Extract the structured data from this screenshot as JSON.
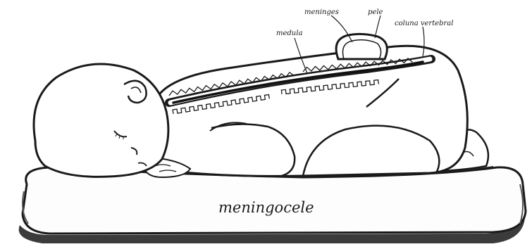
{
  "labels": {
    "meninges": "meninges",
    "pele": "pele",
    "coluna_vertebral": "coluna vertebral",
    "medula": "medula",
    "title": "meningocele"
  },
  "colors": {
    "ink": "#1a1a1a",
    "background": "#ffffff",
    "mattress_shadow": "#4a4a4a"
  }
}
